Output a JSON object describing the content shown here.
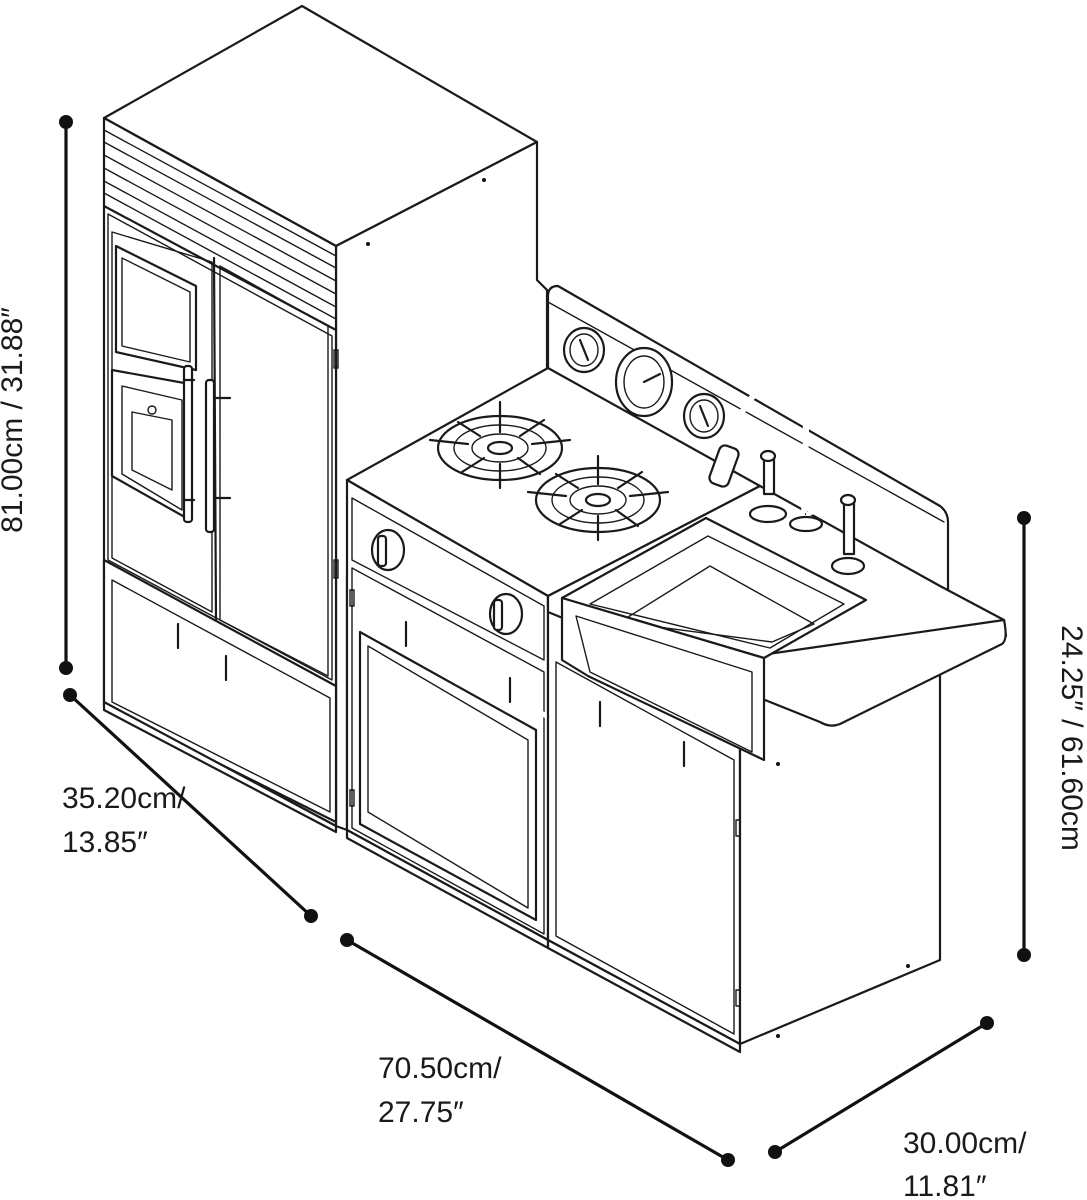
{
  "dimensions": {
    "height_total": "81.00cm / 31.88″",
    "height_counter": "24.25″ / 61.60cm",
    "depth_fridge_line1": "35.20cm/",
    "depth_fridge_line2": "13.85″",
    "width_line1": "70.50cm/",
    "width_line2": "27.75″",
    "depth_counter_line1": "30.00cm/",
    "depth_counter_line2": "11.81″"
  }
}
